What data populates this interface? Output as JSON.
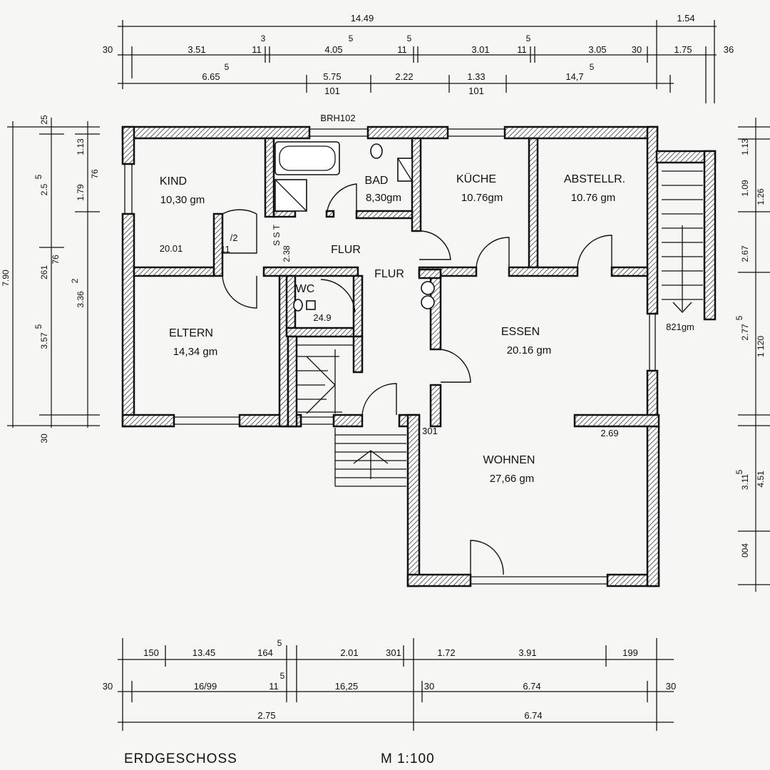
{
  "drawing": {
    "caption": "ERDGESCHOSS",
    "scale": "M 1:100",
    "brh_label": "BRH102"
  },
  "rooms": [
    {
      "name": "KIND",
      "area": "10,30 gm"
    },
    {
      "name": "BAD",
      "area": "8,30gm"
    },
    {
      "name": "KÜCHE",
      "area": "10.76gm"
    },
    {
      "name": "ABSTELLR.",
      "area": "10.76 gm"
    },
    {
      "name": "FLUR",
      "area": ""
    },
    {
      "name": "FLUR",
      "area": ""
    },
    {
      "name": "WC",
      "area": "24.9"
    },
    {
      "name": "ELTERN",
      "area": "14,34 gm"
    },
    {
      "name": "ESSEN",
      "area": "20.16 gm"
    },
    {
      "name": "WOHNEN",
      "area": "27,66 gm"
    }
  ],
  "inner_labels": [
    "20.01",
    "11",
    "/2",
    "S S T",
    "2.38",
    "301",
    "2.69",
    "821gm"
  ],
  "dimensions": {
    "top": {
      "overall": [
        "14.49",
        "1.54"
      ],
      "row1": [
        "30",
        "3.51",
        "11",
        "3",
        "4.05",
        "5",
        "11",
        "5",
        "3.01",
        "11",
        "5",
        "3.05",
        "30",
        "1.75",
        "36"
      ],
      "row2": [
        "6.65",
        "5",
        "5.75",
        "2.22",
        "1.33",
        "14,7",
        "5"
      ],
      "row3": [
        "101",
        "101"
      ]
    },
    "left": {
      "outer": [
        "7.90",
        "30"
      ],
      "middle": [
        "25",
        "2.5",
        "5",
        "261",
        "76",
        "3.57",
        "5"
      ],
      "inner": [
        "1.13",
        "1.79",
        "76",
        "3.36",
        "2"
      ]
    },
    "right": {
      "col1": [
        "1.13",
        "1.09",
        "1.26",
        "2.67",
        "2.77",
        "5",
        "3.11",
        "5",
        "004"
      ],
      "col2": [
        "1 120",
        "4.51"
      ]
    },
    "bottom": {
      "row1": [
        "150",
        "13.45",
        "164",
        "5",
        "2.01",
        "301",
        "1.72",
        "3.91",
        "199"
      ],
      "row2": [
        "30",
        "16/99",
        "11",
        "5",
        "16,25",
        "30",
        "6.74",
        "30"
      ],
      "row3": [
        "2.75",
        "6.74"
      ]
    }
  }
}
